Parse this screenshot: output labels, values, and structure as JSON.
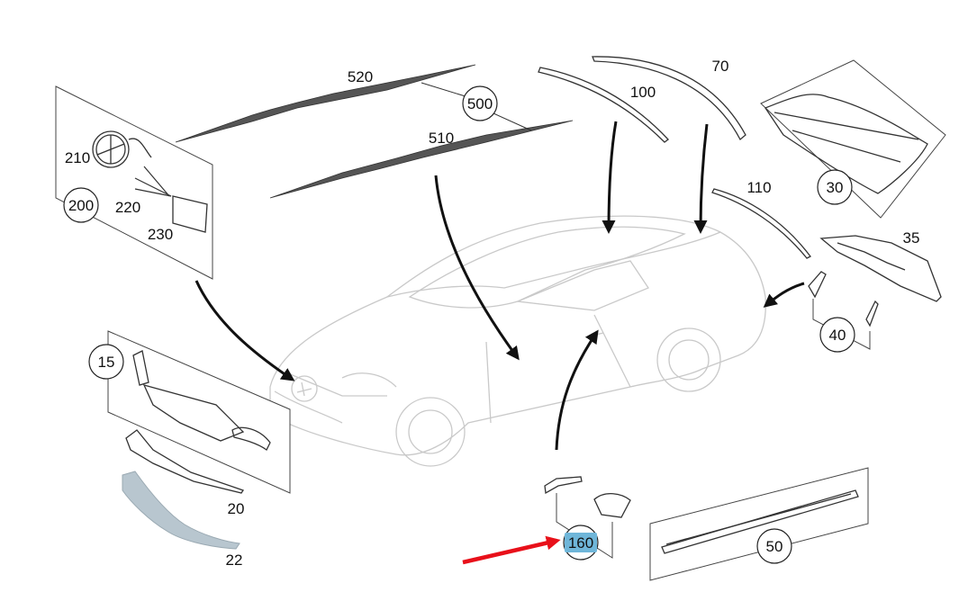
{
  "diagram": {
    "callouts": {
      "c15": "15",
      "c20": "20",
      "c22": "22",
      "c30": "30",
      "c35": "35",
      "c40": "40",
      "c50": "50",
      "c70": "70",
      "c100": "100",
      "c110": "110",
      "c160": "160",
      "c200": "200",
      "c210": "210",
      "c220": "220",
      "c230": "230",
      "c500": "500",
      "c510": "510",
      "c520": "520"
    },
    "highlight_color": "#6fb6d9",
    "pointer_color": "#e8101a"
  }
}
